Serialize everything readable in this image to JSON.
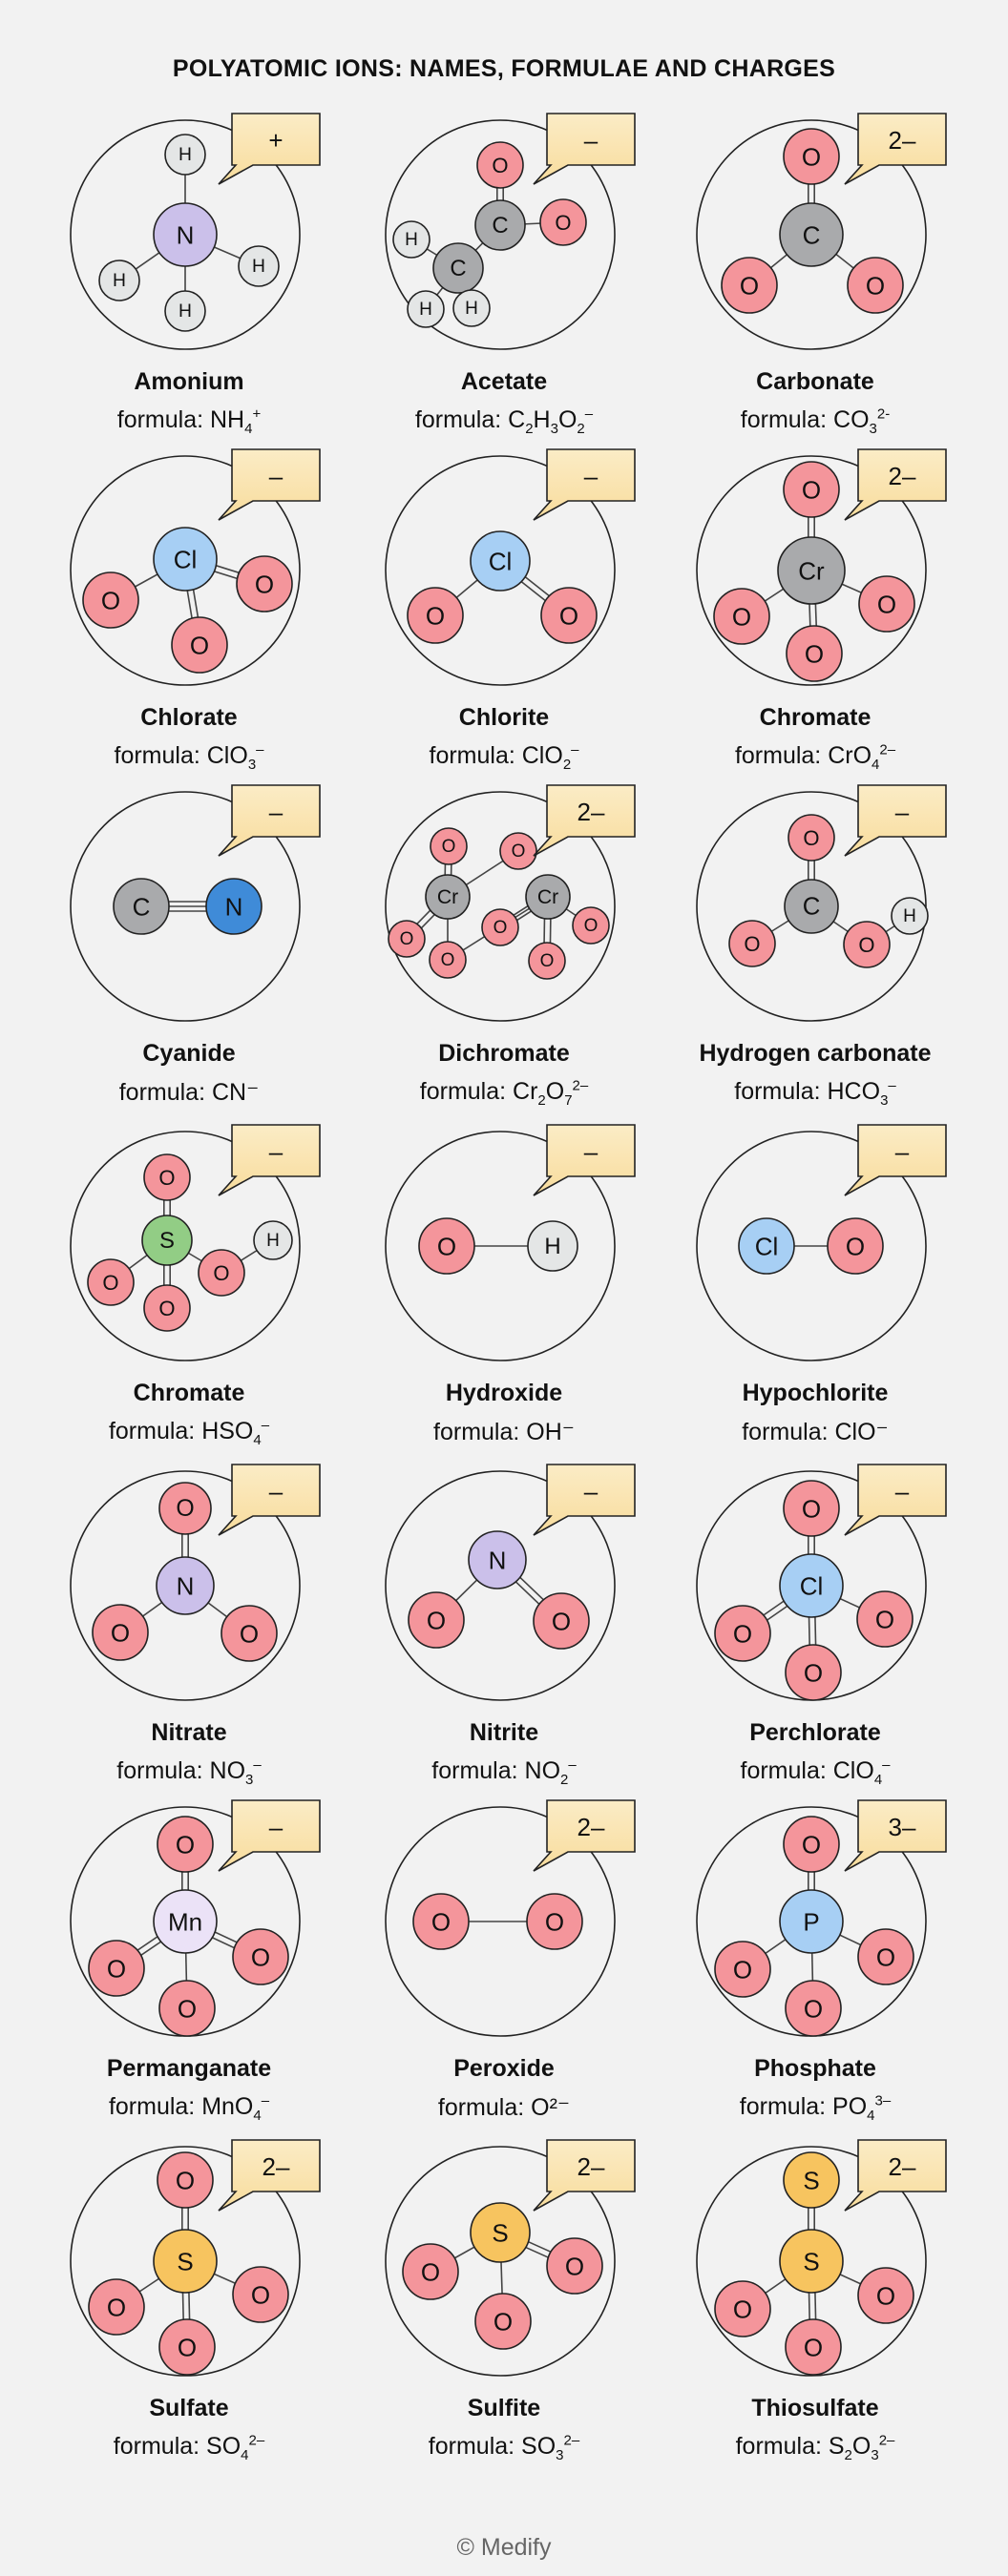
{
  "title": "POLYATOMIC IONS: NAMES, FORMULAE AND CHARGES",
  "footer": "© Medify",
  "colors": {
    "background": "#f2f2f2",
    "circle_border": "#222222",
    "bubble_fill": "#f8dc9c",
    "O": "#f4959b",
    "H": "#e4e6e6",
    "C": "#a9aaac",
    "N": "#cbc0ea",
    "N_cyanide": "#3f8bd8",
    "Cl": "#a7cff4",
    "Cr": "#a9aaac",
    "S": "#92cd85",
    "S_yellow": "#f7c45f",
    "Mn": "#ebe2f7",
    "P": "#a7cff4"
  },
  "ions": [
    {
      "name": "Amonium",
      "charge": "+",
      "formula": [
        {
          "t": "formula: NH"
        },
        {
          "t": "4",
          "sub": true
        },
        {
          "t": "+",
          "sup": true
        }
      ],
      "atoms": [
        {
          "el": "N",
          "label": "N",
          "color": "N"
        },
        {
          "el": "H",
          "label": "H",
          "color": "H"
        },
        {
          "el": "H",
          "label": "H",
          "color": "H"
        },
        {
          "el": "H",
          "label": "H",
          "color": "H"
        },
        {
          "el": "H",
          "label": "H",
          "color": "H"
        }
      ],
      "bonds": [
        [
          0,
          1,
          1
        ],
        [
          0,
          2,
          1
        ],
        [
          0,
          3,
          1
        ],
        [
          0,
          4,
          1
        ]
      ]
    },
    {
      "name": "Acetate",
      "charge": "–",
      "formula": [
        {
          "t": "formula: C"
        },
        {
          "t": "2",
          "sub": true
        },
        {
          "t": "H"
        },
        {
          "t": "3",
          "sub": true
        },
        {
          "t": "O"
        },
        {
          "t": "2",
          "sub": true
        },
        {
          "t": "–",
          "sup": true
        }
      ],
      "atoms": [
        {
          "el": "C",
          "label": "C",
          "color": "C"
        },
        {
          "el": "O",
          "label": "O",
          "color": "O"
        },
        {
          "el": "O",
          "label": "O",
          "color": "O"
        },
        {
          "el": "C",
          "label": "C",
          "color": "C"
        },
        {
          "el": "H",
          "label": "H",
          "color": "H"
        },
        {
          "el": "H",
          "label": "H",
          "color": "H"
        },
        {
          "el": "H",
          "label": "H",
          "color": "H"
        }
      ],
      "bonds": [
        [
          0,
          1,
          2
        ],
        [
          0,
          2,
          1
        ],
        [
          0,
          3,
          1
        ],
        [
          3,
          4,
          1
        ],
        [
          3,
          5,
          1
        ],
        [
          3,
          6,
          1
        ]
      ]
    },
    {
      "name": "Carbonate",
      "charge": "2–",
      "formula": [
        {
          "t": "formula: CO"
        },
        {
          "t": "3",
          "sub": true
        },
        {
          "t": "2-",
          "sup": true
        }
      ],
      "atoms": [
        {
          "el": "C",
          "label": "C",
          "color": "C"
        },
        {
          "el": "O",
          "label": "O",
          "color": "O"
        },
        {
          "el": "O",
          "label": "O",
          "color": "O"
        },
        {
          "el": "O",
          "label": "O",
          "color": "O"
        }
      ],
      "bonds": [
        [
          0,
          1,
          2
        ],
        [
          0,
          2,
          1
        ],
        [
          0,
          3,
          1
        ]
      ]
    },
    {
      "name": "Chlorate",
      "charge": "–",
      "formula": [
        {
          "t": "formula: ClO"
        },
        {
          "t": "3",
          "sub": true
        },
        {
          "t": "–",
          "sup": true
        }
      ],
      "atoms": [
        {
          "el": "Cl",
          "label": "Cl",
          "color": "Cl"
        },
        {
          "el": "O",
          "label": "O",
          "color": "O"
        },
        {
          "el": "O",
          "label": "O",
          "color": "O"
        },
        {
          "el": "O",
          "label": "O",
          "color": "O"
        }
      ],
      "bonds": [
        [
          0,
          1,
          1
        ],
        [
          0,
          2,
          2
        ],
        [
          0,
          3,
          2
        ]
      ]
    },
    {
      "name": "Chlorite",
      "charge": "–",
      "formula": [
        {
          "t": "formula: ClO"
        },
        {
          "t": "2",
          "sub": true
        },
        {
          "t": "–",
          "sup": true
        }
      ],
      "atoms": [
        {
          "el": "Cl",
          "label": "Cl",
          "color": "Cl"
        },
        {
          "el": "O",
          "label": "O",
          "color": "O"
        },
        {
          "el": "O",
          "label": "O",
          "color": "O"
        }
      ],
      "bonds": [
        [
          0,
          1,
          1
        ],
        [
          0,
          2,
          2
        ]
      ]
    },
    {
      "name": "Chromate",
      "charge": "2–",
      "formula": [
        {
          "t": "formula: CrO"
        },
        {
          "t": "4",
          "sub": true
        },
        {
          "t": "2–",
          "sup": true
        }
      ],
      "atoms": [
        {
          "el": "Cr",
          "label": "Cr",
          "color": "Cr"
        },
        {
          "el": "O",
          "label": "O",
          "color": "O"
        },
        {
          "el": "O",
          "label": "O",
          "color": "O"
        },
        {
          "el": "O",
          "label": "O",
          "color": "O"
        },
        {
          "el": "O",
          "label": "O",
          "color": "O"
        }
      ],
      "bonds": [
        [
          0,
          1,
          2
        ],
        [
          0,
          2,
          1
        ],
        [
          0,
          3,
          1
        ],
        [
          0,
          4,
          2
        ]
      ]
    },
    {
      "name": "Cyanide",
      "charge": "–",
      "formula": [
        {
          "t": "formula: CN⁻"
        }
      ],
      "atoms": [
        {
          "el": "C",
          "label": "C",
          "color": "C"
        },
        {
          "el": "N",
          "label": "N",
          "color": "N_cyanide"
        }
      ],
      "bonds": [
        [
          0,
          1,
          3
        ]
      ]
    },
    {
      "name": "Dichromate",
      "charge": "2–",
      "formula": [
        {
          "t": "formula: Cr"
        },
        {
          "t": "2",
          "sub": true
        },
        {
          "t": "O"
        },
        {
          "t": "7",
          "sub": true
        },
        {
          "t": "2–",
          "sup": true
        }
      ],
      "atoms": [
        {
          "el": "Cr",
          "label": "Cr",
          "color": "Cr"
        },
        {
          "el": "Cr",
          "label": "Cr",
          "color": "Cr"
        },
        {
          "el": "O",
          "label": "O",
          "color": "O"
        },
        {
          "el": "O",
          "label": "O",
          "color": "O"
        },
        {
          "el": "O",
          "label": "O",
          "color": "O"
        },
        {
          "el": "O",
          "label": "O",
          "color": "O"
        },
        {
          "el": "O",
          "label": "O",
          "color": "O"
        },
        {
          "el": "O",
          "label": "O",
          "color": "O"
        },
        {
          "el": "O",
          "label": "O",
          "color": "O"
        }
      ],
      "bonds": [
        [
          0,
          2,
          2
        ],
        [
          0,
          3,
          1
        ],
        [
          0,
          4,
          2
        ],
        [
          0,
          5,
          1
        ],
        [
          1,
          5,
          1
        ],
        [
          1,
          6,
          2
        ],
        [
          1,
          7,
          2
        ],
        [
          1,
          8,
          1
        ]
      ]
    },
    {
      "name": "Hydrogen carbonate",
      "charge": "–",
      "formula": [
        {
          "t": "formula: HCO"
        },
        {
          "t": "3",
          "sub": true
        },
        {
          "t": "–",
          "sup": true
        }
      ],
      "atoms": [
        {
          "el": "C",
          "label": "C",
          "color": "C"
        },
        {
          "el": "O",
          "label": "O",
          "color": "O"
        },
        {
          "el": "O",
          "label": "O",
          "color": "O"
        },
        {
          "el": "O",
          "label": "O",
          "color": "O"
        },
        {
          "el": "H",
          "label": "H",
          "color": "H"
        }
      ],
      "bonds": [
        [
          0,
          1,
          2
        ],
        [
          0,
          2,
          1
        ],
        [
          0,
          3,
          1
        ],
        [
          3,
          4,
          1
        ]
      ]
    },
    {
      "name": "Chromate",
      "charge": "–",
      "formula": [
        {
          "t": "formula: HSO"
        },
        {
          "t": "4",
          "sub": true
        },
        {
          "t": "–",
          "sup": true
        }
      ],
      "atoms": [
        {
          "el": "S",
          "label": "S",
          "color": "S"
        },
        {
          "el": "O",
          "label": "O",
          "color": "O"
        },
        {
          "el": "O",
          "label": "O",
          "color": "O"
        },
        {
          "el": "O",
          "label": "O",
          "color": "O"
        },
        {
          "el": "O",
          "label": "O",
          "color": "O"
        },
        {
          "el": "H",
          "label": "H",
          "color": "H"
        }
      ],
      "bonds": [
        [
          0,
          1,
          2
        ],
        [
          0,
          2,
          1
        ],
        [
          0,
          3,
          2
        ],
        [
          0,
          4,
          1
        ],
        [
          4,
          5,
          1
        ]
      ]
    },
    {
      "name": "Hydroxide",
      "charge": "–",
      "formula": [
        {
          "t": "formula: OH⁻"
        }
      ],
      "atoms": [
        {
          "el": "O",
          "label": "O",
          "color": "O"
        },
        {
          "el": "H",
          "label": "H",
          "color": "H"
        }
      ],
      "bonds": [
        [
          0,
          1,
          1
        ]
      ]
    },
    {
      "name": "Hypochlorite",
      "charge": "–",
      "formula": [
        {
          "t": "formula: ClO⁻"
        }
      ],
      "atoms": [
        {
          "el": "Cl",
          "label": "Cl",
          "color": "Cl"
        },
        {
          "el": "O",
          "label": "O",
          "color": "O"
        }
      ],
      "bonds": [
        [
          0,
          1,
          1
        ]
      ]
    },
    {
      "name": "Nitrate",
      "charge": "–",
      "formula": [
        {
          "t": "formula: NO"
        },
        {
          "t": "3",
          "sub": true
        },
        {
          "t": "–",
          "sup": true
        }
      ],
      "atoms": [
        {
          "el": "N",
          "label": "N",
          "color": "N"
        },
        {
          "el": "O",
          "label": "O",
          "color": "O"
        },
        {
          "el": "O",
          "label": "O",
          "color": "O"
        },
        {
          "el": "O",
          "label": "O",
          "color": "O"
        }
      ],
      "bonds": [
        [
          0,
          1,
          2
        ],
        [
          0,
          2,
          1
        ],
        [
          0,
          3,
          1
        ]
      ]
    },
    {
      "name": "Nitrite",
      "charge": "–",
      "formula": [
        {
          "t": "formula: NO"
        },
        {
          "t": "2",
          "sub": true
        },
        {
          "t": "–",
          "sup": true
        }
      ],
      "atoms": [
        {
          "el": "N",
          "label": "N",
          "color": "N"
        },
        {
          "el": "O",
          "label": "O",
          "color": "O"
        },
        {
          "el": "O",
          "label": "O",
          "color": "O"
        }
      ],
      "bonds": [
        [
          0,
          1,
          1
        ],
        [
          0,
          2,
          2
        ]
      ]
    },
    {
      "name": "Perchlorate",
      "charge": "–",
      "formula": [
        {
          "t": "formula: ClO"
        },
        {
          "t": "4",
          "sub": true
        },
        {
          "t": "–",
          "sup": true
        }
      ],
      "atoms": [
        {
          "el": "Cl",
          "label": "Cl",
          "color": "Cl"
        },
        {
          "el": "O",
          "label": "O",
          "color": "O"
        },
        {
          "el": "O",
          "label": "O",
          "color": "O"
        },
        {
          "el": "O",
          "label": "O",
          "color": "O"
        },
        {
          "el": "O",
          "label": "O",
          "color": "O"
        }
      ],
      "bonds": [
        [
          0,
          1,
          2
        ],
        [
          0,
          2,
          2
        ],
        [
          0,
          3,
          1
        ],
        [
          0,
          4,
          2
        ]
      ]
    },
    {
      "name": "Permanganate",
      "charge": "–",
      "formula": [
        {
          "t": "formula: MnO"
        },
        {
          "t": "4",
          "sub": true
        },
        {
          "t": "–",
          "sup": true
        }
      ],
      "atoms": [
        {
          "el": "Mn",
          "label": "Mn",
          "color": "Mn"
        },
        {
          "el": "O",
          "label": "O",
          "color": "O"
        },
        {
          "el": "O",
          "label": "O",
          "color": "O"
        },
        {
          "el": "O",
          "label": "O",
          "color": "O"
        },
        {
          "el": "O",
          "label": "O",
          "color": "O"
        }
      ],
      "bonds": [
        [
          0,
          1,
          2
        ],
        [
          0,
          2,
          2
        ],
        [
          0,
          3,
          2
        ],
        [
          0,
          4,
          1
        ]
      ]
    },
    {
      "name": "Peroxide",
      "charge": "2–",
      "formula": [
        {
          "t": "formula: O²⁻"
        }
      ],
      "atoms": [
        {
          "el": "O",
          "label": "O",
          "color": "O"
        },
        {
          "el": "O",
          "label": "O",
          "color": "O"
        }
      ],
      "bonds": [
        [
          0,
          1,
          1
        ]
      ]
    },
    {
      "name": "Phosphate",
      "charge": "3–",
      "formula": [
        {
          "t": "formula: PO"
        },
        {
          "t": "4",
          "sub": true
        },
        {
          "t": "3–",
          "sup": true
        }
      ],
      "atoms": [
        {
          "el": "P",
          "label": "P",
          "color": "P"
        },
        {
          "el": "O",
          "label": "O",
          "color": "O"
        },
        {
          "el": "O",
          "label": "O",
          "color": "O"
        },
        {
          "el": "O",
          "label": "O",
          "color": "O"
        },
        {
          "el": "O",
          "label": "O",
          "color": "O"
        }
      ],
      "bonds": [
        [
          0,
          1,
          2
        ],
        [
          0,
          2,
          1
        ],
        [
          0,
          3,
          1
        ],
        [
          0,
          4,
          1
        ]
      ]
    },
    {
      "name": "Sulfate",
      "charge": "2–",
      "formula": [
        {
          "t": "formula: SO"
        },
        {
          "t": "4",
          "sub": true
        },
        {
          "t": "2–",
          "sup": true
        }
      ],
      "atoms": [
        {
          "el": "S",
          "label": "S",
          "color": "S_yellow"
        },
        {
          "el": "O",
          "label": "O",
          "color": "O"
        },
        {
          "el": "O",
          "label": "O",
          "color": "O"
        },
        {
          "el": "O",
          "label": "O",
          "color": "O"
        },
        {
          "el": "O",
          "label": "O",
          "color": "O"
        }
      ],
      "bonds": [
        [
          0,
          1,
          2
        ],
        [
          0,
          2,
          1
        ],
        [
          0,
          3,
          1
        ],
        [
          0,
          4,
          2
        ]
      ]
    },
    {
      "name": "Sulfite",
      "charge": "2–",
      "formula": [
        {
          "t": "formula: SO"
        },
        {
          "t": "3",
          "sub": true
        },
        {
          "t": "2–",
          "sup": true
        }
      ],
      "atoms": [
        {
          "el": "S",
          "label": "S",
          "color": "S_yellow"
        },
        {
          "el": "O",
          "label": "O",
          "color": "O"
        },
        {
          "el": "O",
          "label": "O",
          "color": "O"
        },
        {
          "el": "O",
          "label": "O",
          "color": "O"
        }
      ],
      "bonds": [
        [
          0,
          1,
          1
        ],
        [
          0,
          2,
          2
        ],
        [
          0,
          3,
          1
        ]
      ]
    },
    {
      "name": "Thiosulfate",
      "charge": "2–",
      "formula": [
        {
          "t": "formula: S"
        },
        {
          "t": "2",
          "sub": true
        },
        {
          "t": "O"
        },
        {
          "t": "3",
          "sub": true
        },
        {
          "t": "2–",
          "sup": true
        }
      ],
      "atoms": [
        {
          "el": "S",
          "label": "S",
          "color": "S_yellow"
        },
        {
          "el": "S",
          "label": "S",
          "color": "S_yellow"
        },
        {
          "el": "O",
          "label": "O",
          "color": "O"
        },
        {
          "el": "O",
          "label": "O",
          "color": "O"
        },
        {
          "el": "O",
          "label": "O",
          "color": "O"
        }
      ],
      "bonds": [
        [
          0,
          1,
          2
        ],
        [
          0,
          2,
          1
        ],
        [
          0,
          3,
          1
        ],
        [
          0,
          4,
          2
        ]
      ]
    }
  ]
}
